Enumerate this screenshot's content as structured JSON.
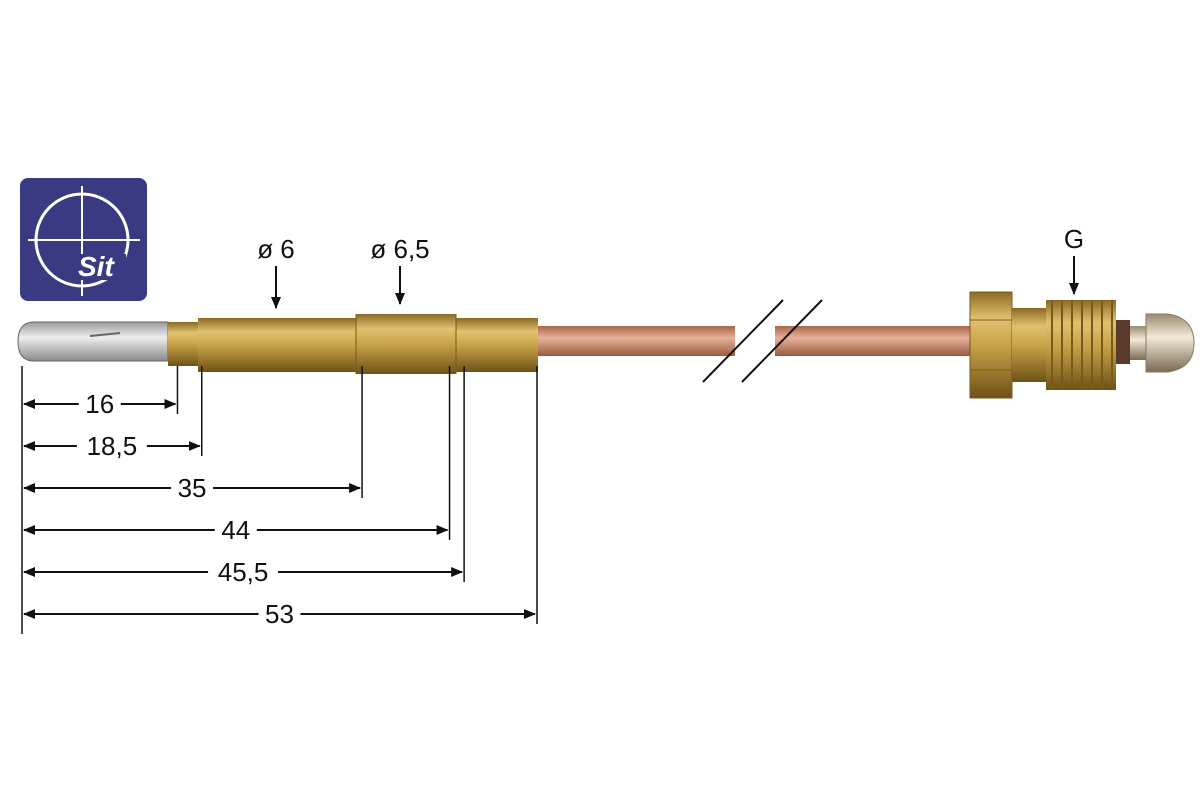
{
  "logo": {
    "text": "Sit",
    "bg_color": "#3a3a82",
    "fg_color": "#ffffff"
  },
  "callouts": {
    "tip_diameter": "ø 6",
    "body_diameter": "ø 6,5",
    "thread": "G"
  },
  "dimensions": [
    {
      "label": "16",
      "value": 16
    },
    {
      "label": "18,5",
      "value": 18.5
    },
    {
      "label": "35",
      "value": 35
    },
    {
      "label": "44",
      "value": 44
    },
    {
      "label": "45,5",
      "value": 45.5
    },
    {
      "label": "53",
      "value": 53
    }
  ],
  "colors": {
    "brass": "#c9a34a",
    "copper": "#c98a6a",
    "line": "#111111",
    "tip": "#cfcfcf"
  }
}
